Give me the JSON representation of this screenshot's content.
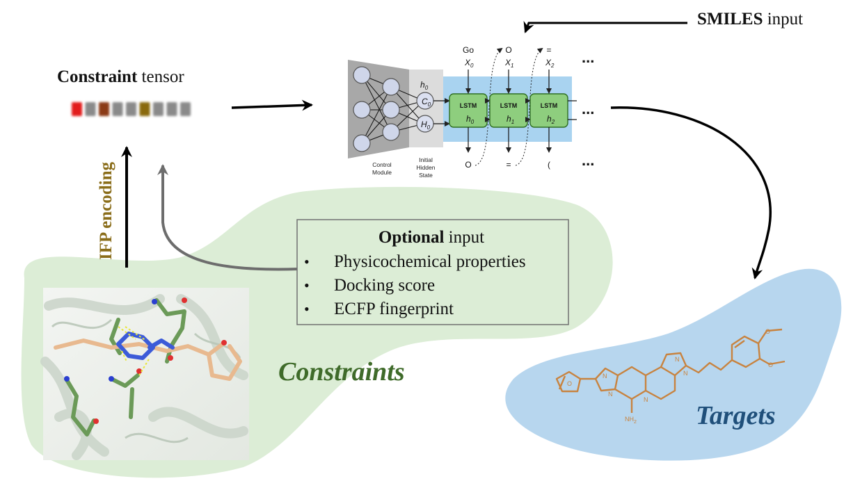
{
  "smiles_input": {
    "bold": "SMILES",
    "rest": " input"
  },
  "constraint_tensor": {
    "bold": "Constraint",
    "rest": " tensor",
    "cell_colors": [
      "#e21b1b",
      "#8a8a8a",
      "#8b3a12",
      "#8a8a8a",
      "#8a8a8a",
      "#8a6a10",
      "#8a8a8a",
      "#8a8a8a",
      "#8a8a8a"
    ]
  },
  "ifp_label": "IFP encoding",
  "optional_box": {
    "title_bold": "Optional",
    "title_rest": " input",
    "items": [
      "Physicochemical properties",
      "Docking score",
      "ECFP fingerprint"
    ]
  },
  "constraints_label": "Constraints",
  "targets_label": "Targets",
  "network": {
    "control_label_1": "Control",
    "control_label_2": "Module",
    "initial_label_1": "Initial",
    "initial_label_2": "Hidden",
    "initial_label_3": "State",
    "h0_top": "h",
    "c0": "C",
    "hnode": "H",
    "cells": [
      {
        "top_token": "Go",
        "x_label": "X",
        "x_sub": "0",
        "title": "LSTM",
        "h_label": "h",
        "h_sub": "0",
        "out_token": "O"
      },
      {
        "top_token": "O",
        "x_label": "X",
        "x_sub": "1",
        "title": "LSTM",
        "h_label": "h",
        "h_sub": "1",
        "out_token": "="
      },
      {
        "top_token": "=",
        "x_label": "X",
        "x_sub": "2",
        "title": "LSTM",
        "h_label": "h",
        "h_sub": "2",
        "out_token": "("
      }
    ],
    "ellipsis": "..."
  },
  "molecule": {
    "amine_label": "NH",
    "amine_sub": "2",
    "n_label": "N",
    "o_label": "O"
  },
  "colors": {
    "green_blob": "#dcedd6",
    "blue_blob": "#b7d6ee",
    "lstm_band": "#a9d3f0",
    "lstm_cell": "#8ece7e",
    "constraints_text": "#3f6b2a",
    "targets_text": "#1f4f7a",
    "ifp_text": "#8a6d1a",
    "molecule": "#c8833f",
    "gray_arrow": "#6d6d6d"
  }
}
